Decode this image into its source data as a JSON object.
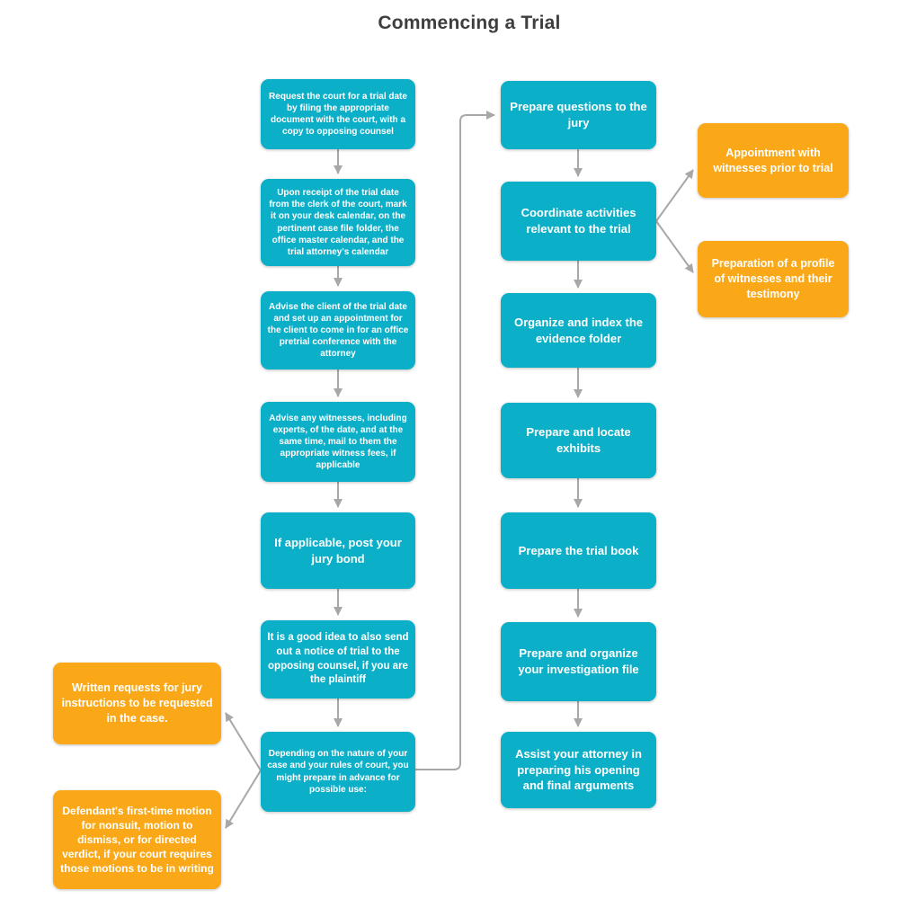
{
  "title": "Commencing a Trial",
  "colors": {
    "node_teal": "#0cafc8",
    "node_orange": "#faa817",
    "connector_gray": "#a8a8a8",
    "title_text": "#3e3e3e",
    "node_text": "#ffffff",
    "background": "#ffffff"
  },
  "nodes": {
    "request_trial_date": {
      "text": "Request the court for a trial date  by filing the appropriate document with the court, with a copy to opposing counsel"
    },
    "calendar_marking": {
      "text": "Upon receipt of the trial date from the clerk of the court, mark it on your desk calendar, on the pertinent case file folder, the office master calendar, and the trial attorney's calendar"
    },
    "advise_client": {
      "text": "Advise the client of the trial date and set up an appointment for the client to come in for an office pretrial conference with the attorney"
    },
    "advise_witnesses": {
      "text": "Advise any witnesses, including experts, of the date, and at the same time, mail to them the appropriate witness fees, if applicable"
    },
    "post_jury_bond": {
      "text": "If applicable, post your jury bond"
    },
    "notice_of_trial": {
      "text": "It is a good idea to also send out a notice of trial to the opposing counsel, if you are the plaintiff"
    },
    "prepare_in_advance": {
      "text": "Depending on the nature of your case and your rules of court, you might prepare in advance for possible use:"
    },
    "prepare_jury_questions": {
      "text": "Prepare questions to the jury"
    },
    "coordinate_activities": {
      "text": "Coordinate activities relevant to the trial"
    },
    "organize_evidence": {
      "text": "Organize and index the evidence folder"
    },
    "prepare_exhibits": {
      "text": "Prepare and locate exhibits"
    },
    "trial_book": {
      "text": "Prepare the trial book"
    },
    "investigation_file": {
      "text": "Prepare and organize your investigation file"
    },
    "assist_attorney": {
      "text": "Assist your attorney in preparing his opening and final arguments"
    },
    "appointment_witnesses": {
      "text": "Appointment with witnesses prior to trial"
    },
    "witness_profile": {
      "text": "Preparation of a profile of witnesses and their testimony"
    },
    "jury_instructions": {
      "text": "Written requests for jury instructions to be requested in the case."
    },
    "defendant_motions": {
      "text": "Defendant's first-time motion for nonsuit, motion to dismiss, or for directed verdict, if your court requires those motions to be in writing"
    }
  }
}
